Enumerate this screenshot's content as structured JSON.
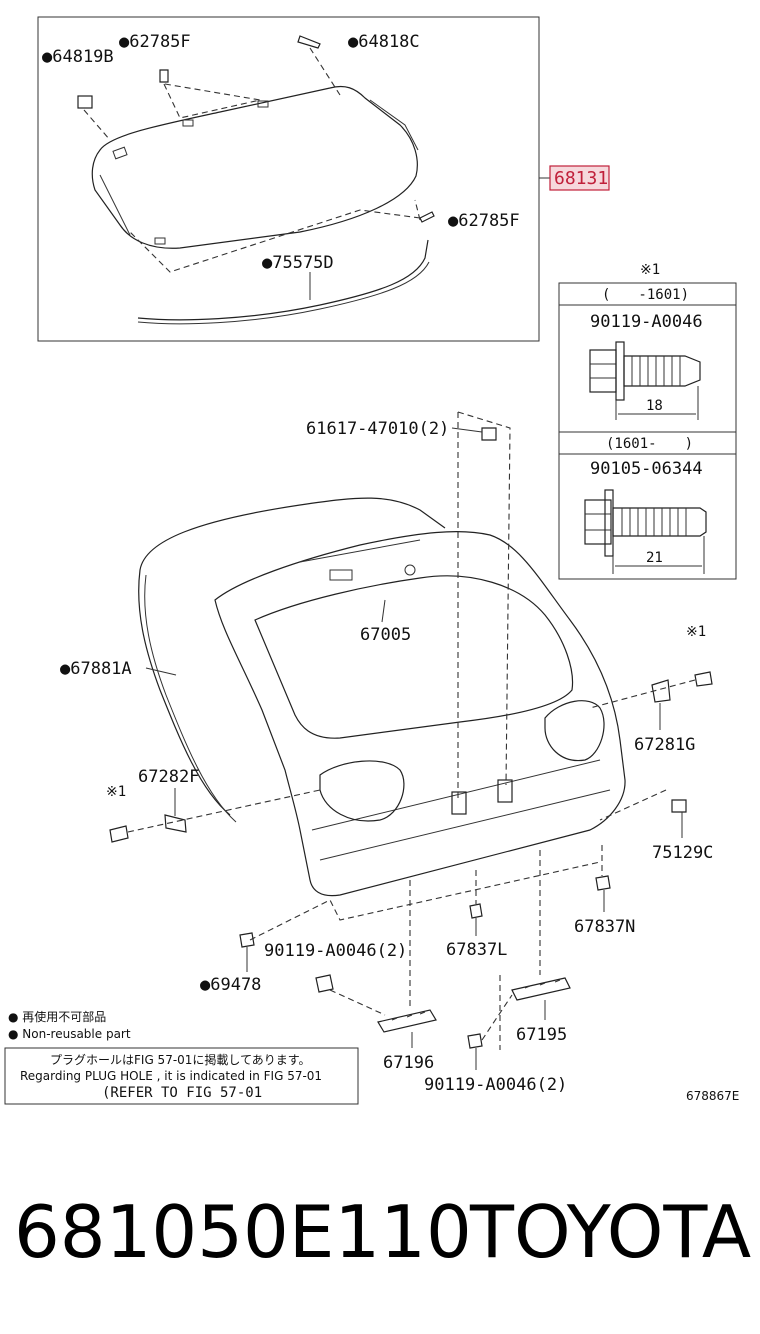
{
  "callouts": {
    "c64819B": "●64819B",
    "c62785F_top": "●62785F",
    "c64818C": "●64818C",
    "c68131": "68131",
    "c62785F_mid": "●62785F",
    "c75575D": "●75575D",
    "c61617": "61617-47010(2)",
    "c67005": "67005",
    "c67881A": "●67881A",
    "c67282F": "67282F",
    "c67281G": "67281G",
    "c75129C": "75129C",
    "c67837N": "67837N",
    "c67837L": "67837L",
    "c90119_a": "90119-A0046(2)",
    "c69478": "●69478",
    "c67195": "67195",
    "c67196": "67196",
    "c90119_b": "90119-A0046(2)",
    "star_top": "※1",
    "star_right": "※1",
    "star_left": "※1"
  },
  "inset": {
    "star": "※1",
    "row1_range": "(　　-1601)",
    "row1_part": "90119-A0046",
    "row1_dim": "18",
    "row2_range": "(1601-　　)",
    "row2_part": "90105-06344",
    "row2_dim": "21"
  },
  "legend": {
    "line1": "● 再使用不可部品",
    "line2": "● Non-reusable part"
  },
  "note": {
    "line1": "プラグホールはFIG 57-01に掲載してあります。",
    "line2": "Regarding  PLUG HOLE , it is indicated in FIG  57-01",
    "line3": "(REFER TO FIG 57-01"
  },
  "figure_code": "678867E",
  "footer": {
    "part_number": "681050E110",
    "brand": "TOYOTA"
  },
  "colors": {
    "highlight_border": "#c0203a",
    "highlight_fill": "#f6d8dc"
  }
}
